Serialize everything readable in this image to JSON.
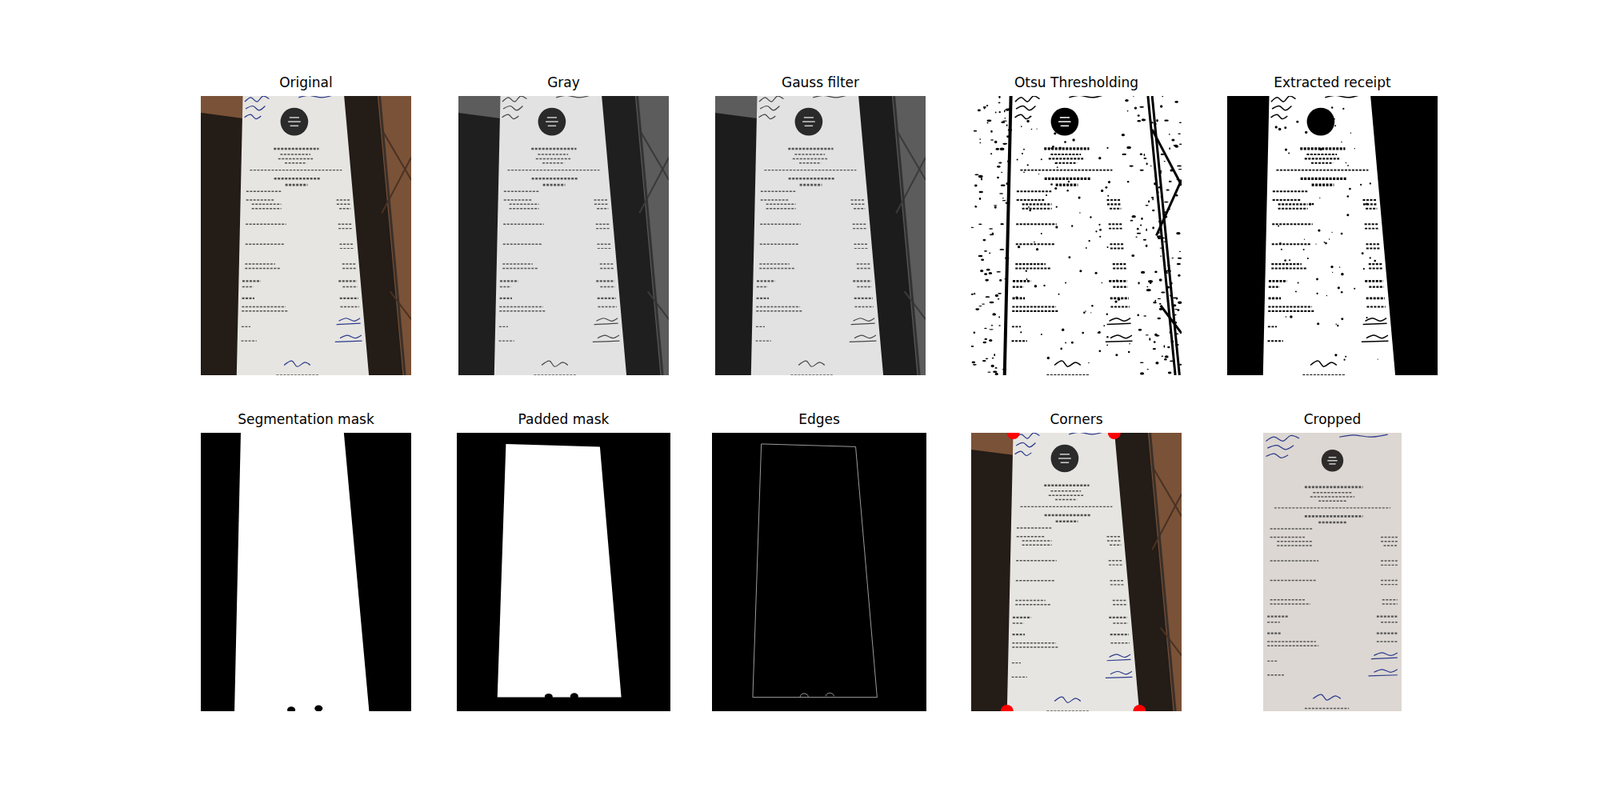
{
  "diagram": {
    "nodes": [
      {
        "text": [
          "Original"
        ]
      },
      {
        "text": [
          "Gray"
        ]
      },
      {
        "text": [
          "Gauss filter"
        ]
      },
      {
        "text": [
          "Otsu Thresholding"
        ]
      },
      {
        "text": [
          "Extracted receipt"
        ]
      },
      {
        "text": [
          "Segmentation mask"
        ]
      },
      {
        "text": [
          "Padded mask"
        ]
      },
      {
        "text": [
          "Edges"
        ]
      },
      {
        "text": [
          "Corners"
        ]
      },
      {
        "text": [
          "Cropped"
        ]
      }
    ]
  }
}
